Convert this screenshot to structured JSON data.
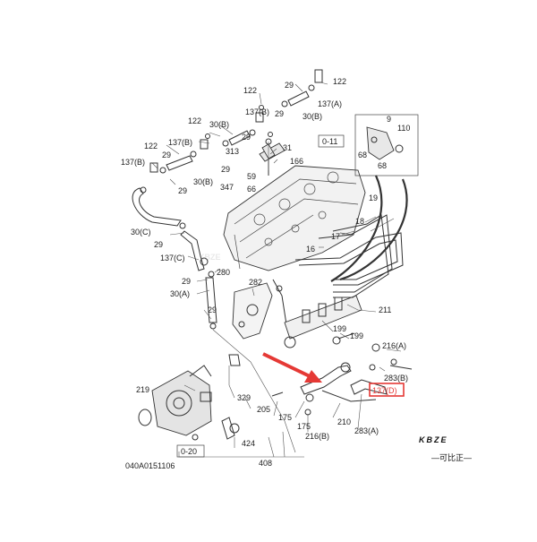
{
  "diagram": {
    "code": "040A0151106",
    "watermark": "KBZE",
    "logo": {
      "text": "KBZE",
      "subtext": "—可比正—"
    },
    "highlight_color": "#e53935",
    "labels": {
      "l122a": "122",
      "l137A": "137(A)",
      "l29a": "29",
      "l30Ba": "30(B)",
      "l122b": "122",
      "l137Ba": "137(B)",
      "l29b": "29",
      "l30Bb": "30(B)",
      "l122c": "122",
      "l137Bb": "137(B)",
      "l29c": "29",
      "l29d": "29",
      "l313": "313",
      "l31": "31",
      "l166": "166",
      "l59": "59",
      "l347": "347",
      "l66": "66",
      "l122d": "122",
      "l137Bc": "137(B)",
      "l29e": "29",
      "l30Bc": "30(B)",
      "l011": "0-11",
      "l9": "9",
      "l110": "110",
      "l68a": "68",
      "l68b": "68",
      "l19": "19",
      "l18": "18",
      "l17": "17",
      "l16": "16",
      "l30C": "30(C)",
      "l29f": "29",
      "l137C": "137(C)",
      "l280": "280",
      "l29g": "29",
      "l30A": "30(A)",
      "l29h": "29",
      "l282": "282",
      "l211": "211",
      "l199a": "199",
      "l199b": "199",
      "l216A": "216(A)",
      "l283B": "283(B)",
      "l137D": "137(D)",
      "l210": "210",
      "l283A": "283(A)",
      "l219": "219",
      "l329": "329",
      "l205": "205",
      "l175a": "175",
      "l175b": "175",
      "l216B": "216(B)",
      "l424": "424",
      "l020": "0-20",
      "l408": "408"
    }
  }
}
